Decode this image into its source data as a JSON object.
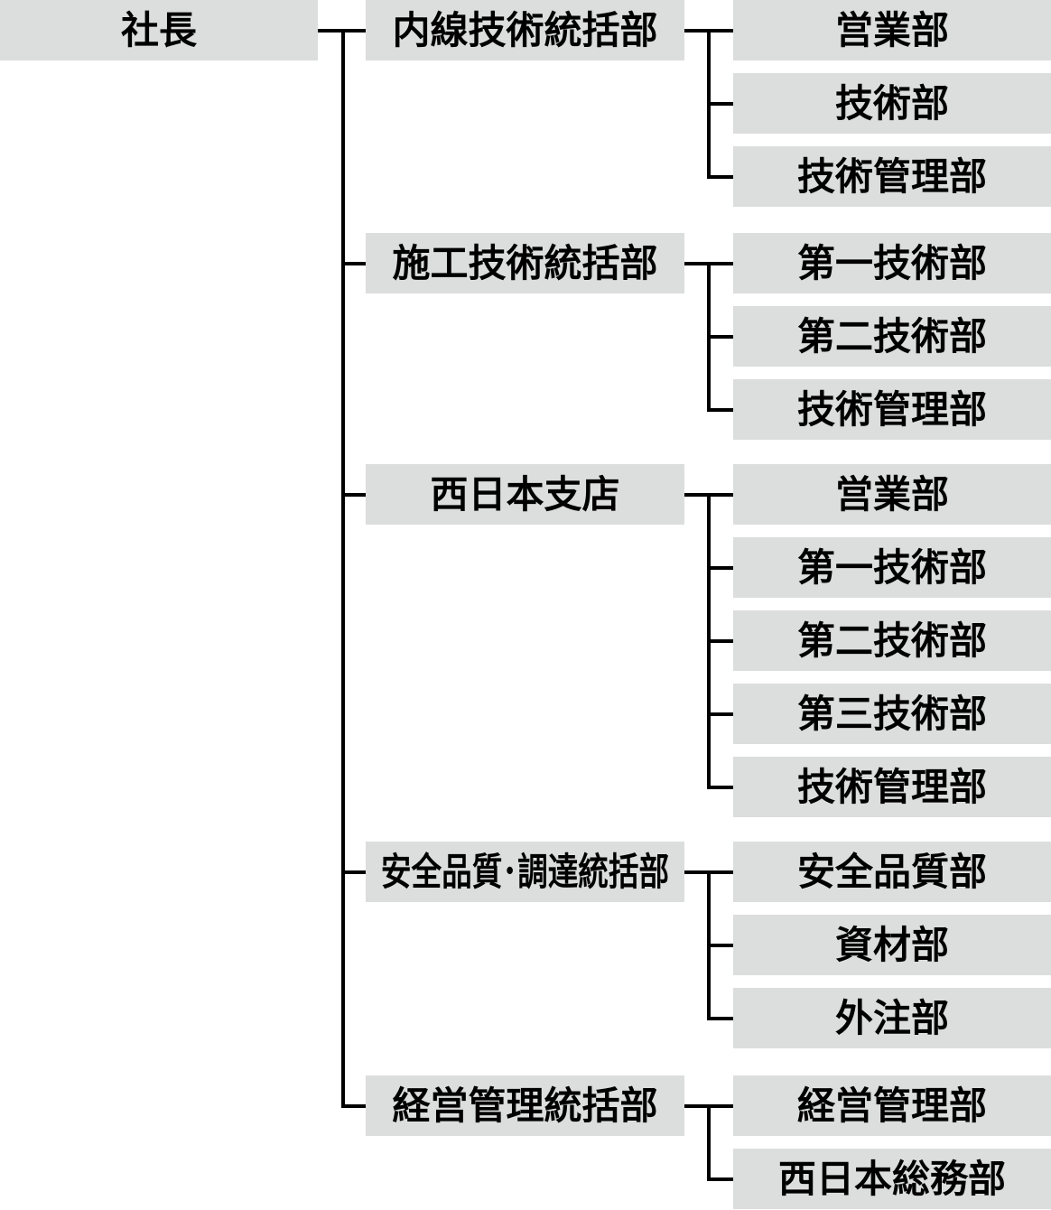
{
  "org": {
    "root": {
      "label": "社長"
    },
    "groups": [
      {
        "label": "内線技術統括部",
        "children": [
          "営業部",
          "技術部",
          "技術管理部"
        ]
      },
      {
        "label": "施工技術統括部",
        "children": [
          "第一技術部",
          "第二技術部",
          "技術管理部"
        ]
      },
      {
        "label": "西日本支店",
        "children": [
          "営業部",
          "第一技術部",
          "第二技術部",
          "第三技術部",
          "技術管理部"
        ]
      },
      {
        "label": "安全品質･調達統括部",
        "children": [
          "安全品質部",
          "資材部",
          "外注部"
        ]
      },
      {
        "label": "経営管理統括部",
        "children": [
          "経営管理部",
          "西日本総務部"
        ]
      }
    ],
    "colors": {
      "box_bg": "#dcdddd",
      "text": "#000000",
      "line": "#000000"
    }
  }
}
